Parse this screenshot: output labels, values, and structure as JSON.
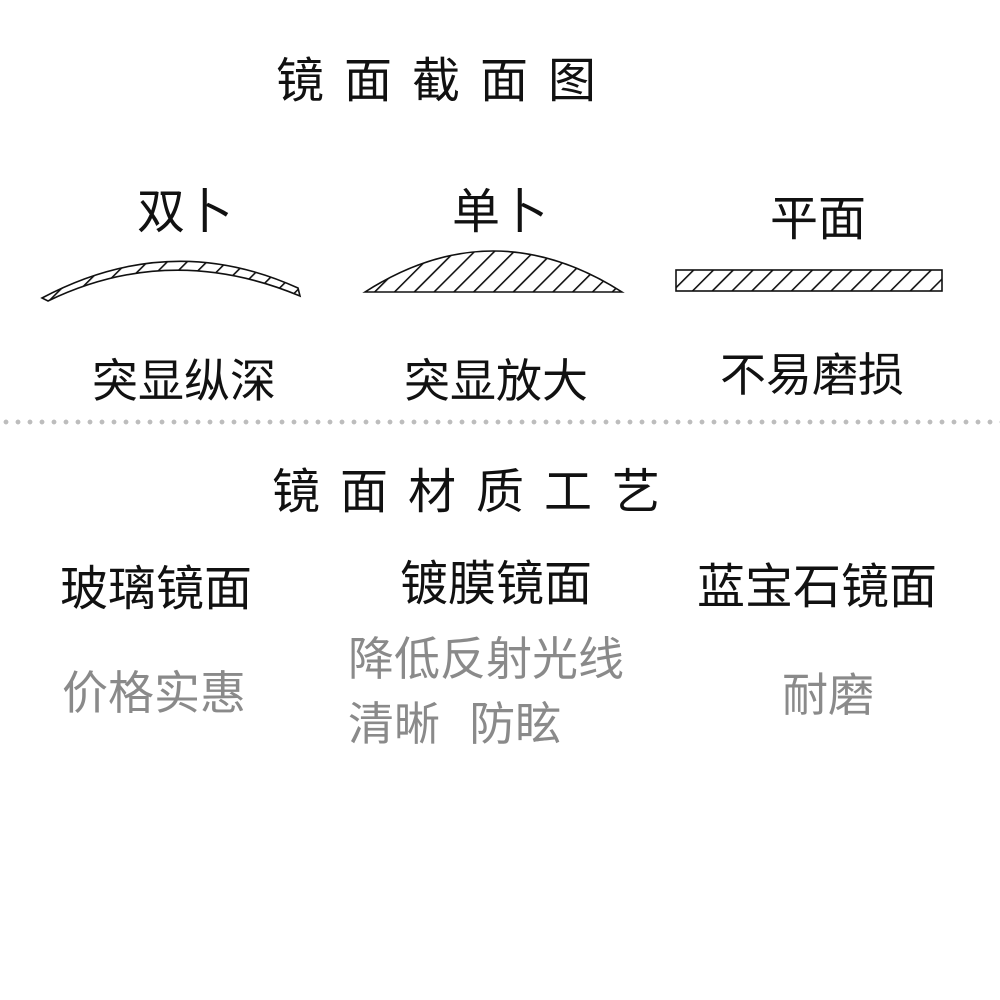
{
  "section_cross": {
    "title": "镜面截面图",
    "items": [
      {
        "label": "双卜",
        "desc": "突显纵深",
        "shape": "double-convex"
      },
      {
        "label": "单卜",
        "desc": "突显放大",
        "shape": "single-convex"
      },
      {
        "label": "平面",
        "desc": "不易磨损",
        "shape": "flat"
      }
    ]
  },
  "section_material": {
    "title": "镜面材质工艺",
    "items": [
      {
        "name": "玻璃镜面",
        "desc": [
          "价格实惠"
        ]
      },
      {
        "name": "镀膜镜面",
        "desc": [
          "降低反射光线",
          "清晰  防眩"
        ]
      },
      {
        "name": "蓝宝石镜面",
        "desc": [
          "耐磨"
        ]
      }
    ]
  },
  "colors": {
    "primary_text": "#111111",
    "secondary_text": "#8a8a8a",
    "divider": "#bdbdbd",
    "hatch": "#111111"
  }
}
